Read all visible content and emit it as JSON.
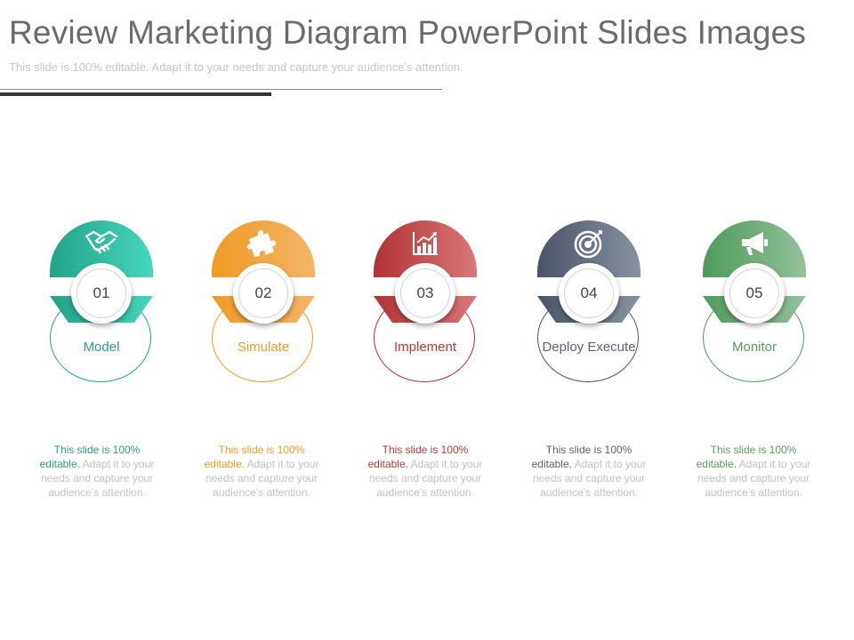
{
  "slide": {
    "title": "Review Marketing Diagram PowerPoint Slides Images",
    "subtitle": "This slide is 100% editable. Adapt it to your needs and capture your audience's attention."
  },
  "steps": [
    {
      "number": "01",
      "label": "Model",
      "icon": "handshake-icon",
      "color": "#22a387",
      "color_light": "#46d6bb",
      "text_color": "#2b9e82",
      "desc_highlight": "This slide is 100% editable.",
      "desc_rest": " Adapt it to your needs and capture your audience's attention."
    },
    {
      "number": "02",
      "label": "Simulate",
      "icon": "puzzle-icon",
      "color": "#ef9b24",
      "color_light": "#f3b566",
      "text_color": "#ef9b2c",
      "desc_highlight": "This slide is 100% editable.",
      "desc_rest": " Adapt it to your needs and capture your audience's attention."
    },
    {
      "number": "03",
      "label": "Implement",
      "icon": "bar-chart-icon",
      "color": "#b23234",
      "color_light": "#d87878",
      "text_color": "#b23a3c",
      "desc_highlight": "This slide is 100% editable.",
      "desc_rest": " Adapt it to your needs and capture your audience's attention."
    },
    {
      "number": "04",
      "label": "Deploy Execute",
      "icon": "target-icon",
      "color": "#4a5467",
      "color_light": "#8a92a0",
      "text_color": "#5a6475",
      "desc_highlight": "This slide is 100% editable.",
      "desc_rest": " Adapt it to your needs and capture your audience's attention."
    },
    {
      "number": "05",
      "label": "Monitor",
      "icon": "megaphone-icon",
      "color": "#4e9a5a",
      "color_light": "#93c19a",
      "text_color": "#5a9a64",
      "desc_highlight": "This slide is 100% editable.",
      "desc_rest": " Adapt it to your needs and capture your audience's attention."
    }
  ]
}
